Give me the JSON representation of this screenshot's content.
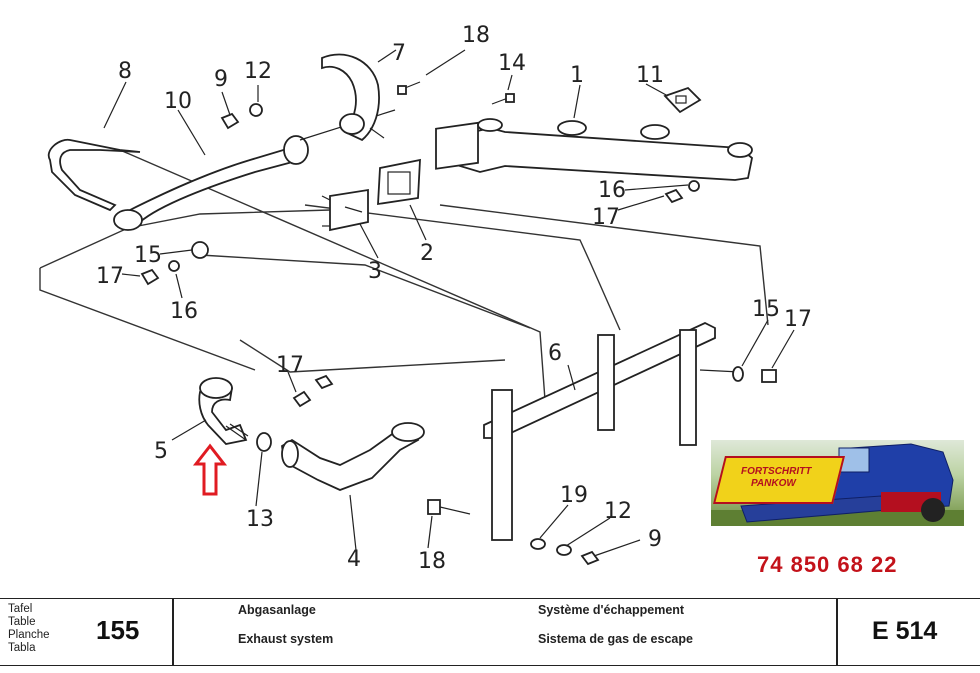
{
  "diagram": {
    "part_labels": [
      "1",
      "2",
      "3",
      "4",
      "5",
      "6",
      "7",
      "8",
      "9",
      "10",
      "11",
      "12",
      "12",
      "13",
      "14",
      "15",
      "15",
      "16",
      "16",
      "17",
      "17",
      "17",
      "17",
      "18",
      "18",
      "19",
      "9"
    ]
  },
  "footer": {
    "label_de": "Tafel",
    "label_en": "Table",
    "label_fr": "Planche",
    "label_es": "Tabla",
    "table_number": "155",
    "title_de": "Abgasanlage",
    "title_en": "Exhaust system",
    "title_fr": "Système d'échappement",
    "title_es": "Sistema de gas de escape",
    "code": "E 514"
  },
  "promo": {
    "brand_line1": "FORTSCHRITT",
    "brand_line2": "PANKOW",
    "phone": "74 850 68 22"
  },
  "colors": {
    "arrow": "#e01b22",
    "phone": "#c3121a",
    "logo_bg": "#f1d21a",
    "harvester": "#1f3fa8"
  }
}
